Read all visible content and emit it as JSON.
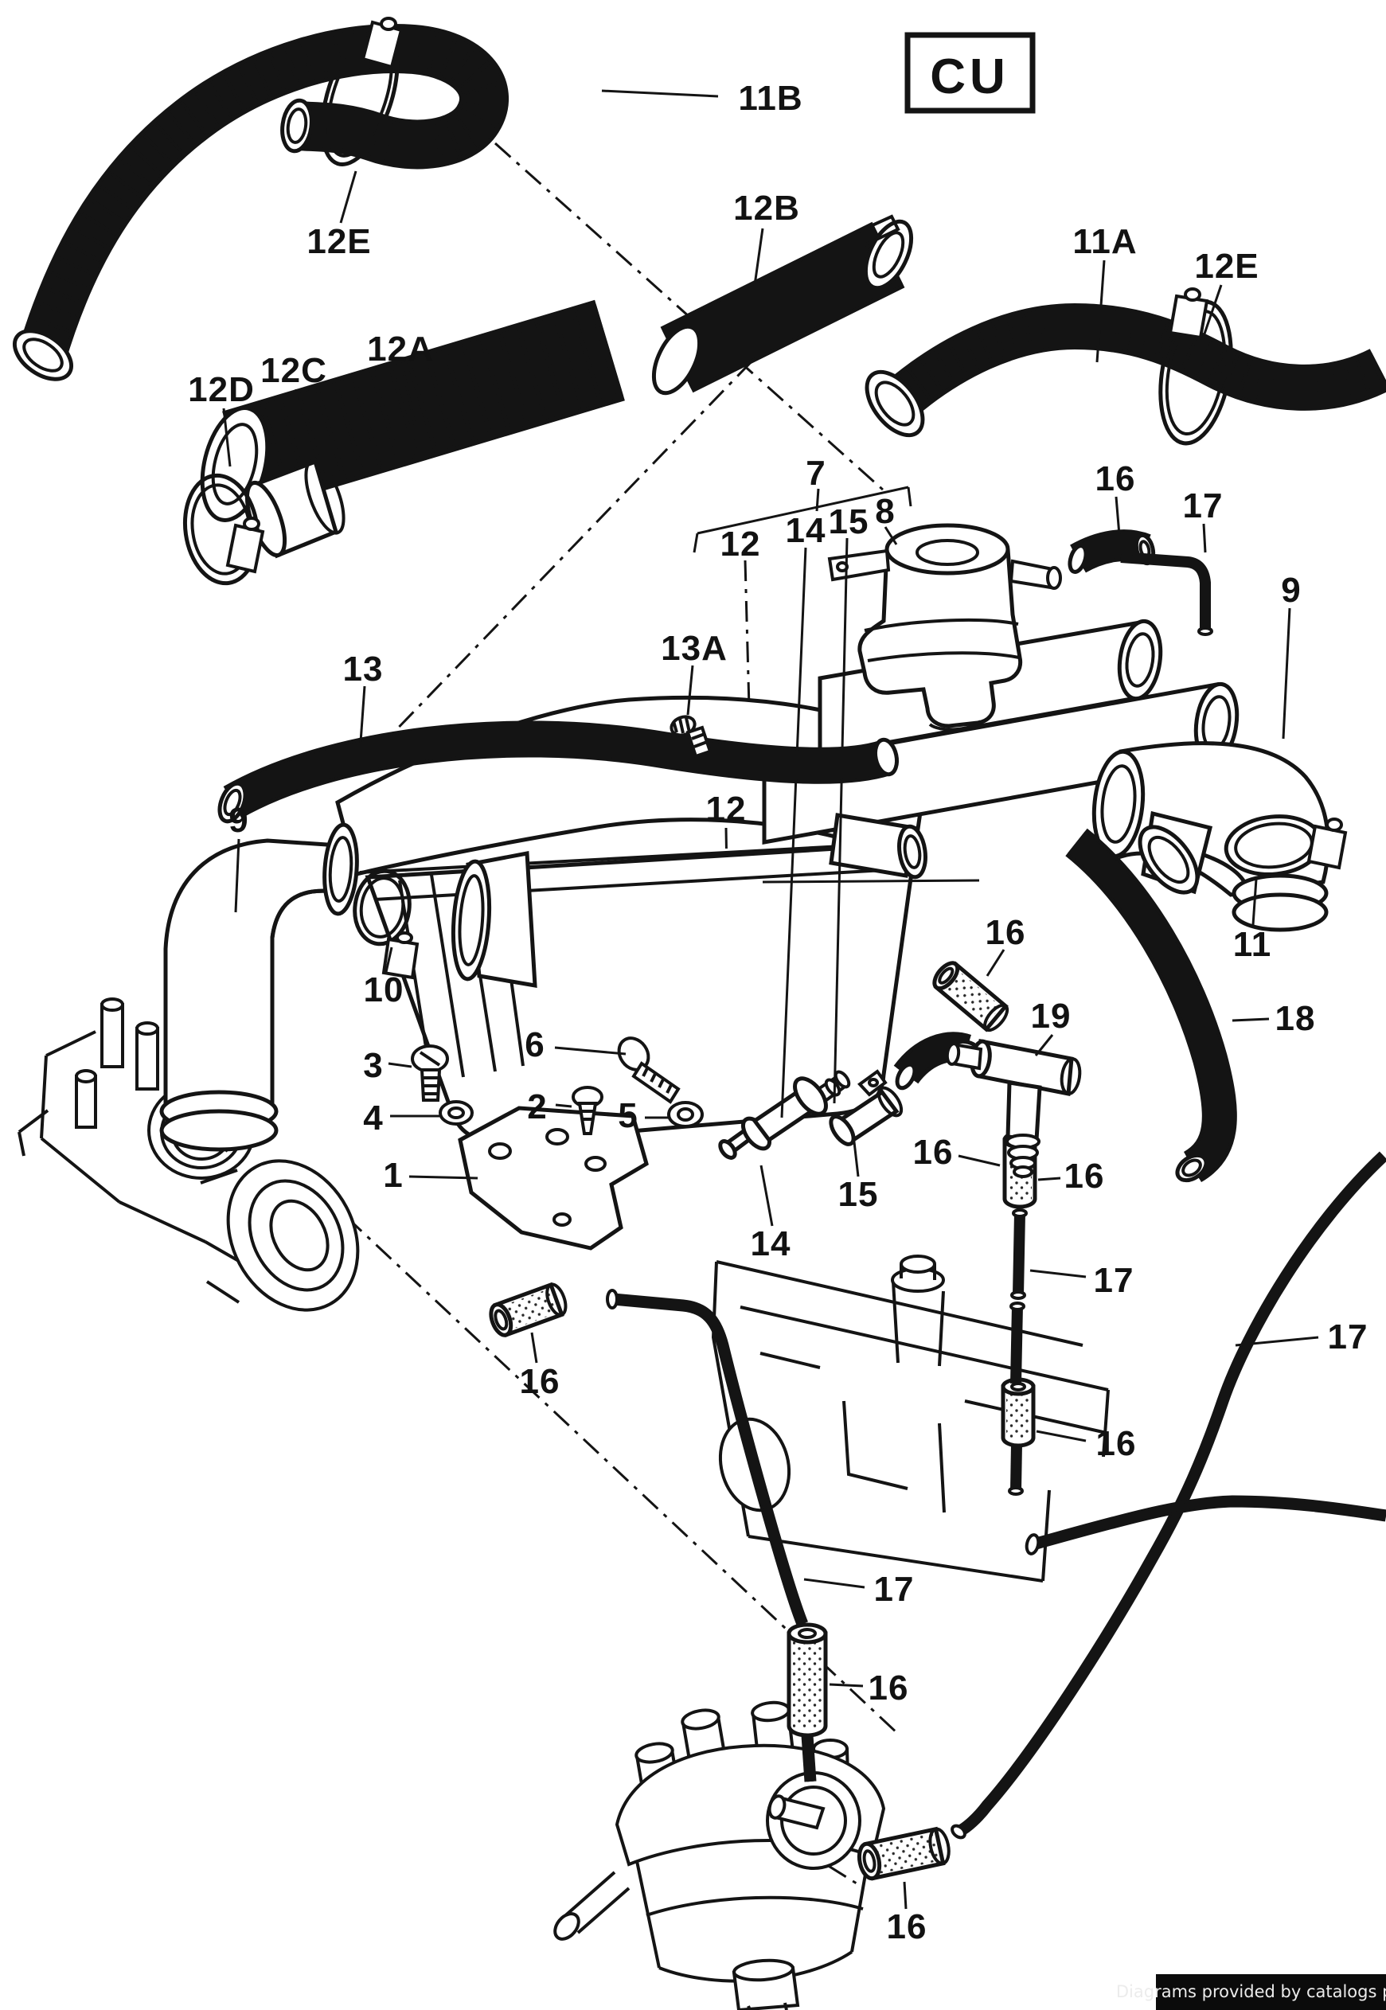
{
  "header": {
    "code_box": "CU"
  },
  "footer": {
    "credit": "Diagrams provided by catalogs parts"
  },
  "diagram": {
    "type": "vehicle-parts-exploded-diagram",
    "labels": [
      {
        "text": "11B"
      },
      {
        "text": "12E"
      },
      {
        "text": "12B"
      },
      {
        "text": "11A"
      },
      {
        "text": "12E"
      },
      {
        "text": "12A"
      },
      {
        "text": "12C"
      },
      {
        "text": "12D"
      },
      {
        "text": "7"
      },
      {
        "text": "12"
      },
      {
        "text": "14"
      },
      {
        "text": "15"
      },
      {
        "text": "8"
      },
      {
        "text": "16"
      },
      {
        "text": "17"
      },
      {
        "text": "9"
      },
      {
        "text": "13"
      },
      {
        "text": "13A"
      },
      {
        "text": "12"
      },
      {
        "text": "9"
      },
      {
        "text": "16"
      },
      {
        "text": "11"
      },
      {
        "text": "19"
      },
      {
        "text": "18"
      },
      {
        "text": "10"
      },
      {
        "text": "6"
      },
      {
        "text": "3"
      },
      {
        "text": "4"
      },
      {
        "text": "2"
      },
      {
        "text": "5"
      },
      {
        "text": "1"
      },
      {
        "text": "16"
      },
      {
        "text": "16"
      },
      {
        "text": "15"
      },
      {
        "text": "14"
      },
      {
        "text": "17"
      },
      {
        "text": "16"
      },
      {
        "text": "17"
      },
      {
        "text": "16"
      },
      {
        "text": "17"
      },
      {
        "text": "16"
      },
      {
        "text": "16"
      }
    ]
  }
}
